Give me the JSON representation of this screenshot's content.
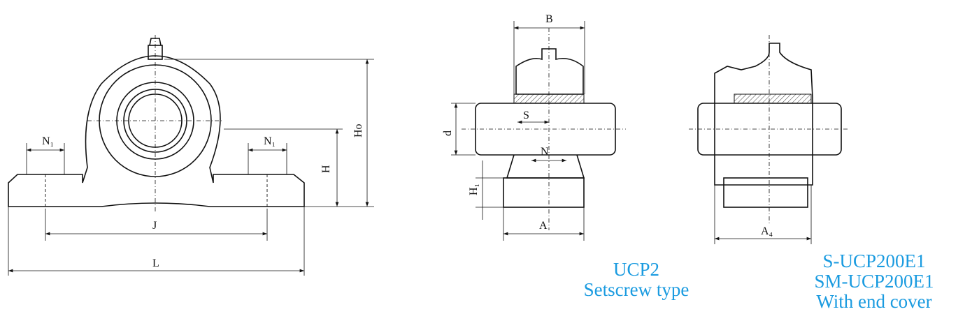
{
  "dimension_labels": {
    "n1_left": "N₁",
    "n1_right": "N₁",
    "j": "J",
    "l": "L",
    "h": "H",
    "ho": "Ho",
    "b": "B",
    "s": "S",
    "d": "d",
    "n": "N",
    "h1": "H₁",
    "a": "A",
    "a4": "A₄"
  },
  "captions": {
    "ucp2": {
      "line1": "UCP2",
      "line2": "Setscrew type"
    },
    "s_ucp": {
      "line1": "S-UCP200E1",
      "line2": "SM-UCP200E1",
      "line3": "With end cover"
    }
  },
  "caption_color": "#1a9be0"
}
